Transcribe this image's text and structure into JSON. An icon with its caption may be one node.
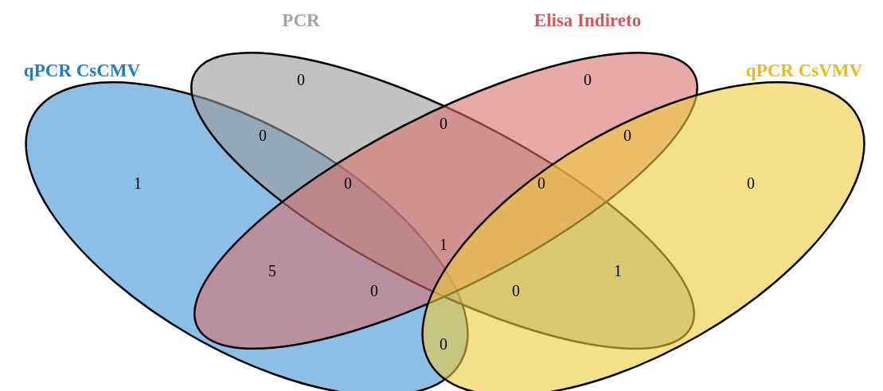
{
  "diagram": {
    "nodes": [
      {
        "text": [
          "qPCR CsCMV"
        ]
      },
      {
        "text": [
          "PCR"
        ]
      },
      {
        "text": [
          "Elisa Indireto"
        ]
      },
      {
        "text": [
          "qPCR CsVMV"
        ]
      }
    ],
    "labels": [
      "0",
      "0",
      "0",
      "0",
      "0",
      "1",
      "0",
      "0",
      "0",
      "1",
      "5",
      "1",
      "0",
      "0",
      "0"
    ]
  }
}
